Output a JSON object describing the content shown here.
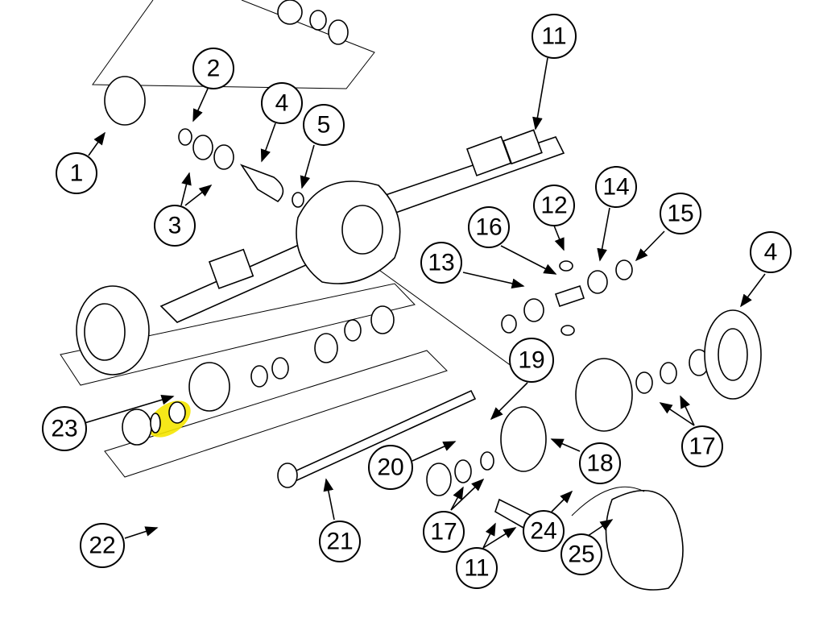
{
  "diagram": {
    "title": "Rear axle exploded parts diagram",
    "highlight_color": "#f5e600",
    "callouts": [
      "1",
      "2",
      "3",
      "4",
      "5",
      "11",
      "12",
      "16",
      "14",
      "15",
      "13",
      "4",
      "19",
      "23",
      "17",
      "18",
      "20",
      "17",
      "21",
      "22",
      "11",
      "24",
      "25"
    ]
  }
}
